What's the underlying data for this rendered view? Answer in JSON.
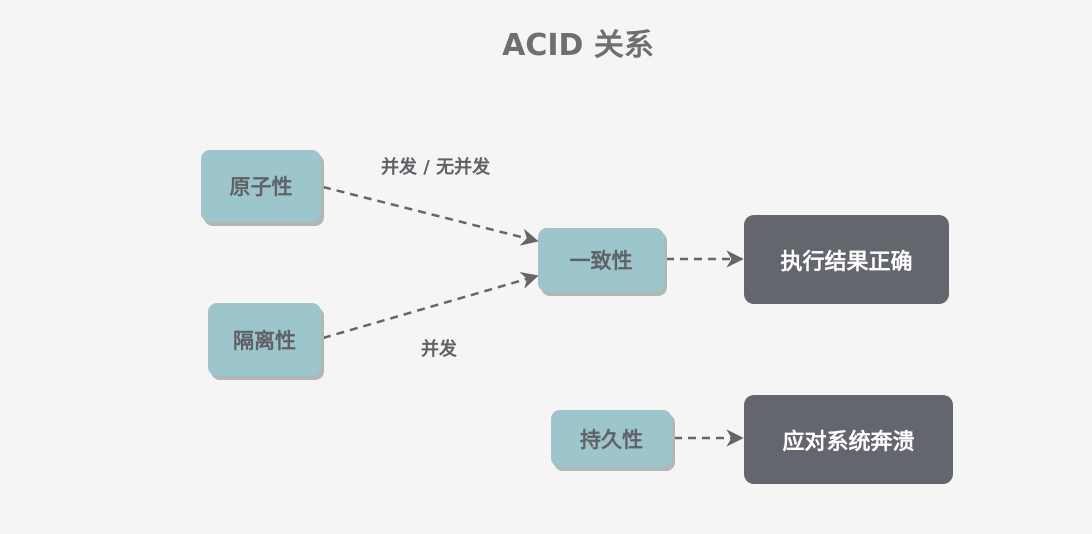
{
  "title": "ACID 关系",
  "nodes": {
    "atomicity": "原子性",
    "isolation": "隔离性",
    "consistency": "一致性",
    "durability": "持久性",
    "correct_result": "执行结果正确",
    "system_crash": "应对系统奔溃"
  },
  "edge_labels": {
    "atomicity_to_consistency": "并发 / 无并发",
    "isolation_to_consistency": "并发"
  },
  "colors": {
    "background": "#f5f5f5",
    "teal_node": "#9dc5cc",
    "dark_node": "#63666d",
    "arrow": "#666666"
  }
}
